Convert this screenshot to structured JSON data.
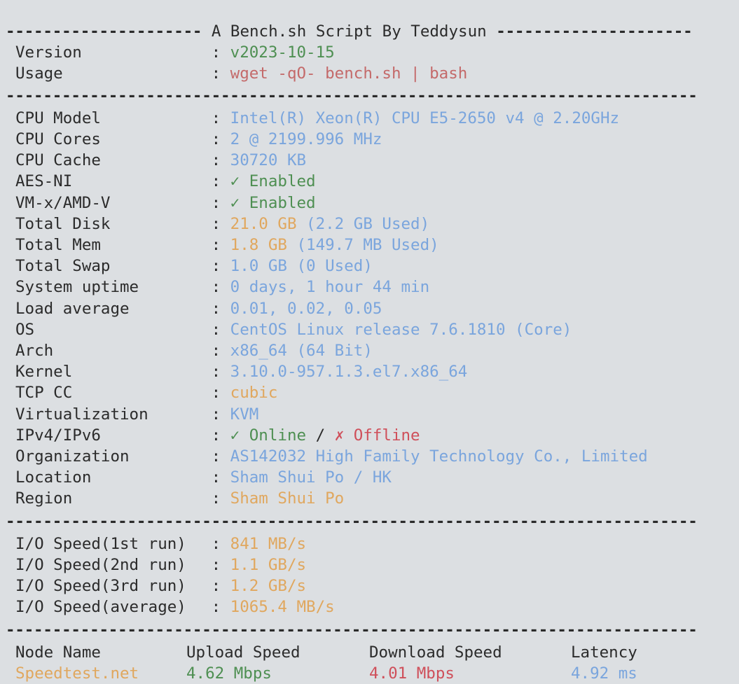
{
  "terminal": {
    "background_color": "#dcdfe2",
    "text_color": "#2b2b2b",
    "colors": {
      "blue": "#7aa5dd",
      "green": "#4e8f52",
      "red": "#c46a6a",
      "red_download": "#cf4f5a",
      "orange": "#e0a75e",
      "label": "#2b2b2b"
    }
  },
  "header": {
    "dashes_left": "---------------------",
    "title": " A Bench.sh Script By Teddysun ",
    "dashes_right": "---------------------",
    "separator_full": "--------------------------------------------------------------------------",
    "rows": [
      {
        "label": "Version",
        "colon": ":",
        "value": "v2023-10-15",
        "color": "green"
      },
      {
        "label": "Usage",
        "colon": ":",
        "value": "wget -qO- bench.sh | bash",
        "color": "red"
      }
    ]
  },
  "system": {
    "rows": [
      {
        "label": "CPU Model",
        "colon": ":",
        "value": "Intel(R) Xeon(R) CPU E5-2650 v4 @ 2.20GHz",
        "color": "blue"
      },
      {
        "label": "CPU Cores",
        "colon": ":",
        "value": "2 @ 2199.996 MHz",
        "color": "blue"
      },
      {
        "label": "CPU Cache",
        "colon": ":",
        "value": "30720 KB",
        "color": "blue"
      },
      {
        "label": "AES-NI",
        "colon": ":",
        "value": "✓ Enabled",
        "color": "green"
      },
      {
        "label": "VM-x/AMD-V",
        "colon": ":",
        "value": "✓ Enabled",
        "color": "green"
      },
      {
        "label": "Total Disk",
        "colon": ":",
        "value": "21.0 GB",
        "color": "orange",
        "value2": " (2.2 GB Used)",
        "color2": "blue"
      },
      {
        "label": "Total Mem",
        "colon": ":",
        "value": "1.8 GB",
        "color": "orange",
        "value2": " (149.7 MB Used)",
        "color2": "blue"
      },
      {
        "label": "Total Swap",
        "colon": ":",
        "value": "1.0 GB (0 Used)",
        "color": "blue"
      },
      {
        "label": "System uptime",
        "colon": ":",
        "value": "0 days, 1 hour 44 min",
        "color": "blue"
      },
      {
        "label": "Load average",
        "colon": ":",
        "value": "0.01, 0.02, 0.05",
        "color": "blue"
      },
      {
        "label": "OS",
        "colon": ":",
        "value": "CentOS Linux release 7.6.1810 (Core)",
        "color": "blue"
      },
      {
        "label": "Arch",
        "colon": ":",
        "value": "x86_64 (64 Bit)",
        "color": "blue"
      },
      {
        "label": "Kernel",
        "colon": ":",
        "value": "3.10.0-957.1.3.el7.x86_64",
        "color": "blue"
      },
      {
        "label": "TCP CC",
        "colon": ":",
        "value": "cubic",
        "color": "orange"
      },
      {
        "label": "Virtualization",
        "colon": ":",
        "value": "KVM",
        "color": "blue"
      },
      {
        "label": "IPv4/IPv6",
        "colon": ":",
        "value": "✓ Online",
        "color": "green",
        "value2": " / ",
        "color2": "label",
        "value3": "✗ Offline",
        "color3": "red_download"
      },
      {
        "label": "Organization",
        "colon": ":",
        "value": "AS142032 High Family Technology Co., Limited",
        "color": "blue"
      },
      {
        "label": "Location",
        "colon": ":",
        "value": "Sham Shui Po / HK",
        "color": "blue"
      },
      {
        "label": "Region",
        "colon": ":",
        "value": "Sham Shui Po",
        "color": "orange"
      }
    ]
  },
  "io": {
    "separator": "--------------------------------------------------------------------------",
    "rows": [
      {
        "label": "I/O Speed(1st run)",
        "colon": ":",
        "value": "841 MB/s",
        "color": "orange"
      },
      {
        "label": "I/O Speed(2nd run)",
        "colon": ":",
        "value": "1.1 GB/s",
        "color": "orange"
      },
      {
        "label": "I/O Speed(3rd run)",
        "colon": ":",
        "value": "1.2 GB/s",
        "color": "orange"
      },
      {
        "label": "I/O Speed(average)",
        "colon": ":",
        "value": "1065.4 MB/s",
        "color": "orange"
      }
    ]
  },
  "speedtest": {
    "separator": "--------------------------------------------------------------------------",
    "headers": [
      "Node Name",
      "Upload Speed",
      "Download Speed",
      "Latency"
    ],
    "rows": [
      {
        "node": "Speedtest.net",
        "upload": "4.62 Mbps",
        "download": "4.01 Mbps",
        "latency": "4.92 ms"
      }
    ]
  }
}
